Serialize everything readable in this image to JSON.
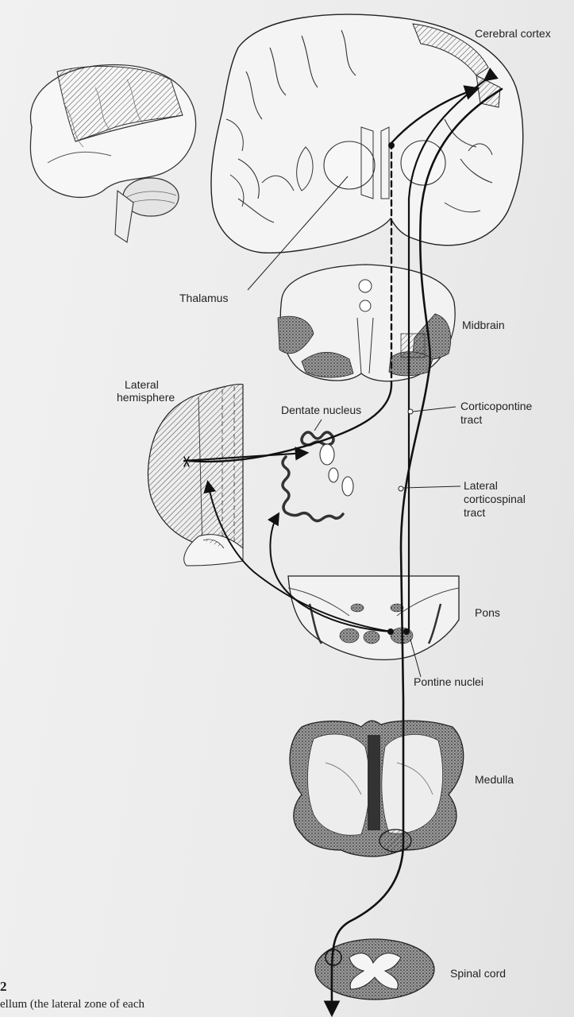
{
  "labels": {
    "cerebral_cortex": "Cerebral cortex",
    "thalamus": "Thalamus",
    "midbrain": "Midbrain",
    "lateral_hemisphere_1": "Lateral",
    "lateral_hemisphere_2": "hemisphere",
    "dentate_nucleus": "Dentate nucleus",
    "corticopontine_1": "Corticopontine",
    "corticopontine_2": "tract",
    "lateral_cortico_1": "Lateral",
    "lateral_cortico_2": "corticospinal",
    "lateral_cortico_3": "tract",
    "pons": "Pons",
    "pontine_nuclei": "Pontine nuclei",
    "medulla": "Medulla",
    "spinal_cord": "Spinal cord"
  },
  "caption": {
    "figure_number": "2",
    "text": "ellum (the lateral zone of each"
  }
}
